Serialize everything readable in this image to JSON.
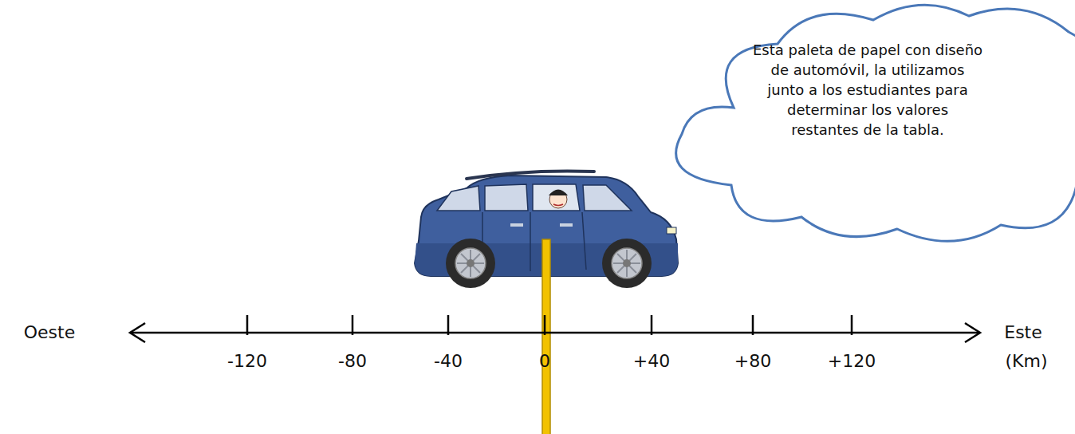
{
  "diagram": {
    "nodes": [
      {
        "text": [
          "Esta paleta de papel con diseño de automóvil, la utilizamos junto a los estudiantes para determinar los valores restantes de la tabla."
        ]
      }
    ],
    "labels": [
      "Oeste",
      "Este",
      "-120",
      "-80",
      "-40",
      "0",
      "+40",
      "+80",
      "+120",
      "(Km)"
    ]
  }
}
